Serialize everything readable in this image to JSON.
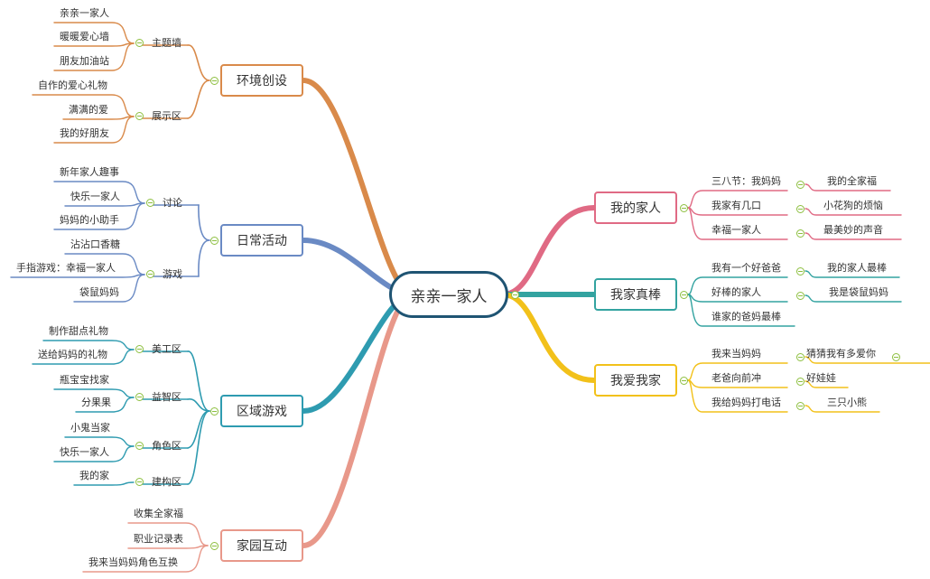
{
  "center": "亲亲一家人",
  "left": [
    {
      "label": "环境创设",
      "color": "#d98a4a",
      "groups": [
        {
          "label": "主题墙",
          "items": [
            "亲亲一家人",
            "暖暖爱心墙",
            "朋友加油站"
          ]
        },
        {
          "label": "展示区",
          "items": [
            "自作的爱心礼物",
            "满满的爱",
            "我的好朋友"
          ]
        }
      ]
    },
    {
      "label": "日常活动",
      "color": "#6a8ac4",
      "groups": [
        {
          "label": "讨论",
          "items": [
            "新年家人趣事",
            "快乐一家人",
            "妈妈的小助手"
          ]
        },
        {
          "label": "游戏",
          "items": [
            "沾沾口香糖",
            "手指游戏：幸福一家人",
            "袋鼠妈妈"
          ]
        }
      ]
    },
    {
      "label": "区域游戏",
      "color": "#2e9bb0",
      "groups": [
        {
          "label": "美工区",
          "items": [
            "制作甜点礼物",
            "送给妈妈的礼物"
          ]
        },
        {
          "label": "益智区",
          "items": [
            "瓶宝宝找家",
            "分果果"
          ]
        },
        {
          "label": "角色区",
          "items": [
            "小鬼当家",
            "快乐一家人"
          ]
        },
        {
          "label": "建构区",
          "items": [
            "我的家"
          ]
        }
      ]
    },
    {
      "label": "家园互动",
      "color": "#e8988a",
      "groups": [
        {
          "label": "",
          "items": [
            "收集全家福",
            "职业记录表",
            "我来当妈妈角色互换"
          ]
        }
      ]
    }
  ],
  "right": [
    {
      "label": "我的家人",
      "color": "#e06a84",
      "rows": [
        {
          "label": "三八节：我妈妈",
          "child": "我的全家福"
        },
        {
          "label": "我家有几口",
          "child": "小花狗的烦恼"
        },
        {
          "label": "幸福一家人",
          "child": "最美妙的声音"
        }
      ]
    },
    {
      "label": "我家真棒",
      "color": "#33a3a0",
      "rows": [
        {
          "label": "我有一个好爸爸",
          "child": "我的家人最棒"
        },
        {
          "label": "好棒的家人",
          "child": "我是袋鼠妈妈"
        },
        {
          "label": "谁家的爸妈最棒",
          "child": ""
        }
      ]
    },
    {
      "label": "我爱我家",
      "color": "#f2c11a",
      "rows": [
        {
          "label": "我来当妈妈",
          "child": "猜猜我有多爱你"
        },
        {
          "label": "老爸向前冲",
          "child": "好娃娃"
        },
        {
          "label": "我给妈妈打电话",
          "child": "三只小熊"
        }
      ]
    }
  ]
}
